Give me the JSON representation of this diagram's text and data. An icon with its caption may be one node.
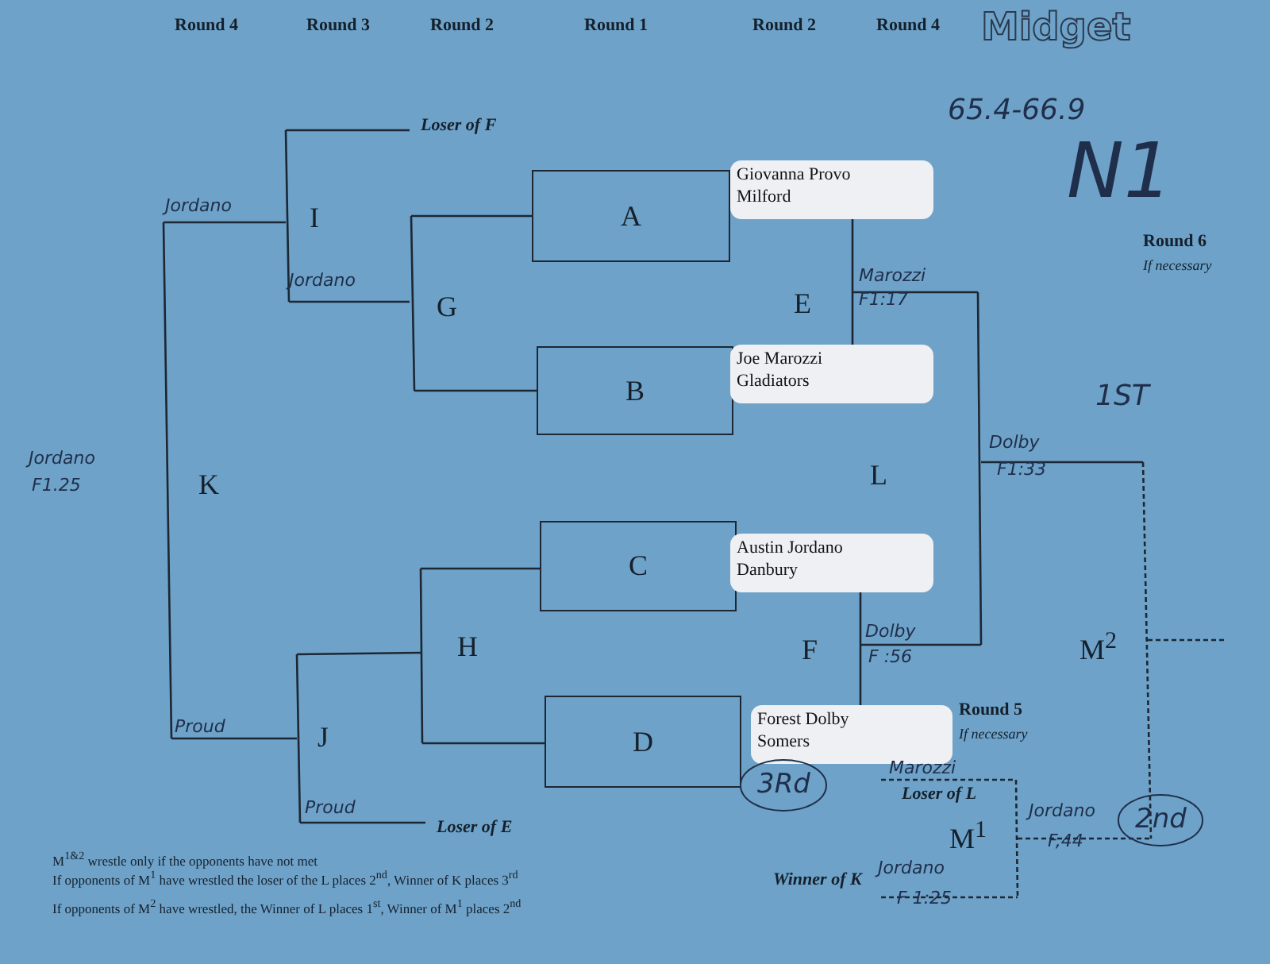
{
  "diagram": {
    "nodes": [
      {
        "text": [
          "A"
        ]
      },
      {
        "text": [
          "B"
        ]
      },
      {
        "text": [
          "C"
        ]
      },
      {
        "text": [
          "D"
        ]
      },
      {
        "text": [
          "Giovanna Provo",
          "Milford"
        ]
      },
      {
        "text": [
          "Joe Marozzi",
          "Gladiators"
        ]
      },
      {
        "text": [
          "Austin Jordano",
          "Danbury"
        ]
      },
      {
        "text": [
          "Forest Dolby",
          "Somers"
        ]
      }
    ],
    "edges": [],
    "labels": [
      "Round 4",
      "Round 3",
      "Round 2",
      "Round 1",
      "Round 2",
      "Round 4",
      "Midget",
      "65.4-66.9",
      "N1",
      "Loser of F",
      "Jordano",
      "I",
      "Jordano",
      "G",
      "E",
      "Marozzi",
      "F1:17",
      "Round 6",
      "If necessary",
      "1ST",
      "Jordano",
      "F1.25",
      "K",
      "Dolby",
      "F1:33",
      "L",
      "H",
      "F",
      "Dolby",
      "F :56",
      "M$^{2}$",
      "Proud",
      "J",
      "Round 5",
      "If necessary",
      "Proud",
      "Loser of E",
      "3Rd",
      "Marozzi",
      "Loser of L",
      "M$^{1}$",
      "Jordano",
      "F,44",
      "2nd",
      "M$^{1&2}$ wrestle only if the opponents have not met",
      "If opponents of M$^{1}$ have wrestled the loser of the L places 2$^{nd}$, Winner of K places 3$^{rd}$",
      "Winner of K",
      "Jordano",
      "F 1:25",
      "If opponents of M$^{2}$ have wrestled, the Winner of L places 1$^{st}$, Winner of M$^{1}$ places 2$^{nd}$"
    ]
  }
}
